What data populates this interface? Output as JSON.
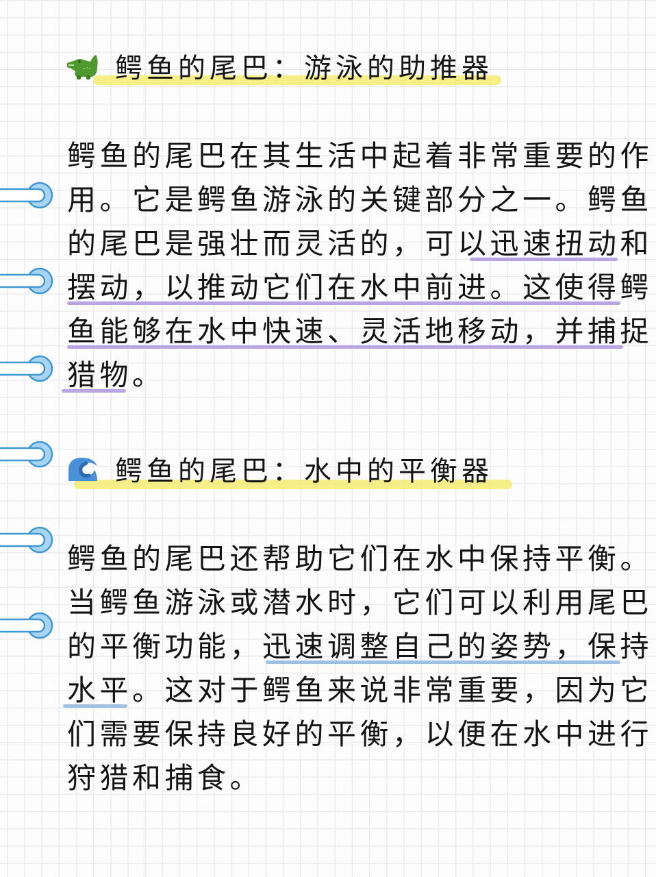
{
  "theme": {
    "grid_line": "#ececec",
    "background": "#fdfdfd",
    "heading_highlight": "#f5ec7a",
    "underline_purple": "#b9a4e6",
    "underline_blue": "#9cc1e3",
    "ring_fill": "#a9d5f5",
    "ring_stroke": "#3f97d1",
    "croc_green": "#4f9a2e",
    "wave_blue": "#4a90d9"
  },
  "binder_rings": [
    285,
    410,
    538,
    663,
    788,
    913
  ],
  "sections": [
    {
      "icon": "crocodile-icon",
      "title": "鳄鱼的尾巴：游泳的助推器",
      "lines": [
        "鳄鱼的尾巴在其生活中起着非常重要的作",
        "用。它是鳄鱼游泳的关键部分之一。鳄鱼",
        "的尾巴是强壮而灵活的，可以迅速扭动和",
        "摆动，以推动它们在水中前进。这使得鳄",
        "鱼能够在水中快速、灵活地移动，并捕捉",
        "猎物。"
      ],
      "highlighted_phrase": "迅速扭动和摆动，以推动它们在水中前进。这使得鳄鱼能够在水中快速、灵活地移动，并捕捉猎物"
    },
    {
      "icon": "wave-icon",
      "title": "鳄鱼的尾巴：水中的平衡器",
      "lines": [
        "鳄鱼的尾巴还帮助它们在水中保持平衡。",
        "当鳄鱼游泳或潜水时，它们可以利用尾巴",
        "的平衡功能，迅速调整自己的姿势，保持",
        "水平。这对于鳄鱼来说非常重要，因为它",
        "们需要保持良好的平衡，以便在水中进行",
        "狩猎和捕食。"
      ],
      "highlighted_phrase": "迅速调整自己的姿势，保持水平"
    }
  ]
}
